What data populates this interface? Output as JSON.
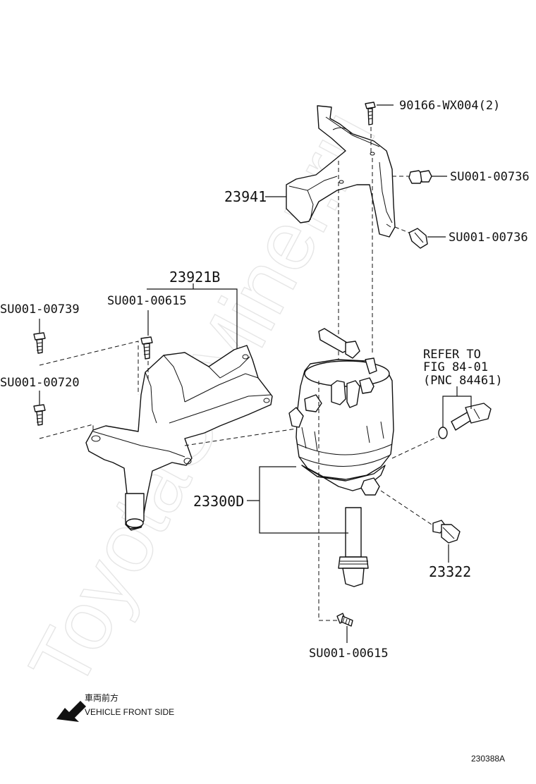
{
  "watermark": "ToyotaOrMiner.ru",
  "labels": {
    "bolt_top": "90166-WX004(2)",
    "clip_1": "SU001-00736",
    "clip_2": "SU001-00736",
    "bracket_top": "23941",
    "bracket_left": "23921B",
    "bolt_bracket": "SU001-00615",
    "bolt_left_1": "SU001-00739",
    "bolt_left_2": "SU001-00720",
    "refer_1": "REFER TO",
    "refer_2": "FIG 84-01",
    "refer_3": "(PNC 84461)",
    "filter_assy": "23300D",
    "plug": "23322",
    "bolt_bottom": "SU001-00615"
  },
  "direction": {
    "jp": "車両前方",
    "en": "VEHICLE FRONT SIDE"
  },
  "figure_id": "230388A"
}
